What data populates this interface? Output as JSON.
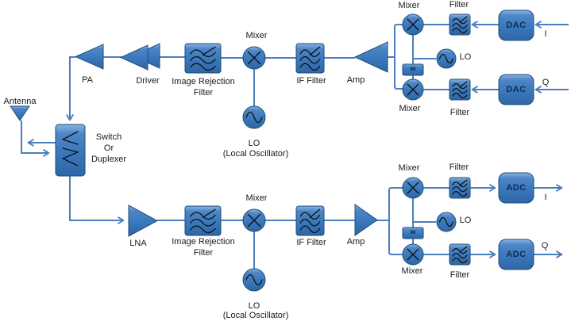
{
  "colors": {
    "line": "#4C7DBD",
    "block_fill_top": "#8AB4E2",
    "block_fill_mid": "#3978BC",
    "block_fill_bottom": "#2E66A5",
    "block_border": "#1F4E79",
    "glyph": "#111111",
    "block_text": "#0D2B52",
    "label_text": "#1A1A1A"
  },
  "antenna": {
    "label": "Antenna"
  },
  "switch": {
    "line1": "Switch",
    "line2": "Or",
    "line3": "Duplexer"
  },
  "tx": {
    "pa": "PA",
    "driver": "Driver",
    "irf_line1": "Image Rejection",
    "irf_line2": "Filter",
    "mixer": "Mixer",
    "if_filter": "IF Filter",
    "amp": "Amp",
    "lo": "LO",
    "lo_sub": "(Local Oscillator)",
    "iq": {
      "mixer_i": "Mixer",
      "filter_i": "Filter",
      "dac_i": "DAC",
      "i": "I",
      "mixer_q": "Mixer",
      "filter_q": "Filter",
      "dac_q": "DAC",
      "q": "Q",
      "lo": "LO",
      "phase": "90"
    }
  },
  "rx": {
    "lna": "LNA",
    "irf_line1": "Image Rejection",
    "irf_line2": "Filter",
    "mixer": "Mixer",
    "if_filter": "IF Filter",
    "amp": "Amp",
    "lo": "LO",
    "lo_sub": "(Local Oscillator)",
    "iq": {
      "mixer_i": "Mixer",
      "filter_i": "Filter",
      "adc_i": "ADC",
      "i": "I",
      "mixer_q": "Mixer",
      "filter_q": "Filter",
      "adc_q": "ADC",
      "q": "Q",
      "lo": "LO",
      "phase": "90"
    }
  }
}
